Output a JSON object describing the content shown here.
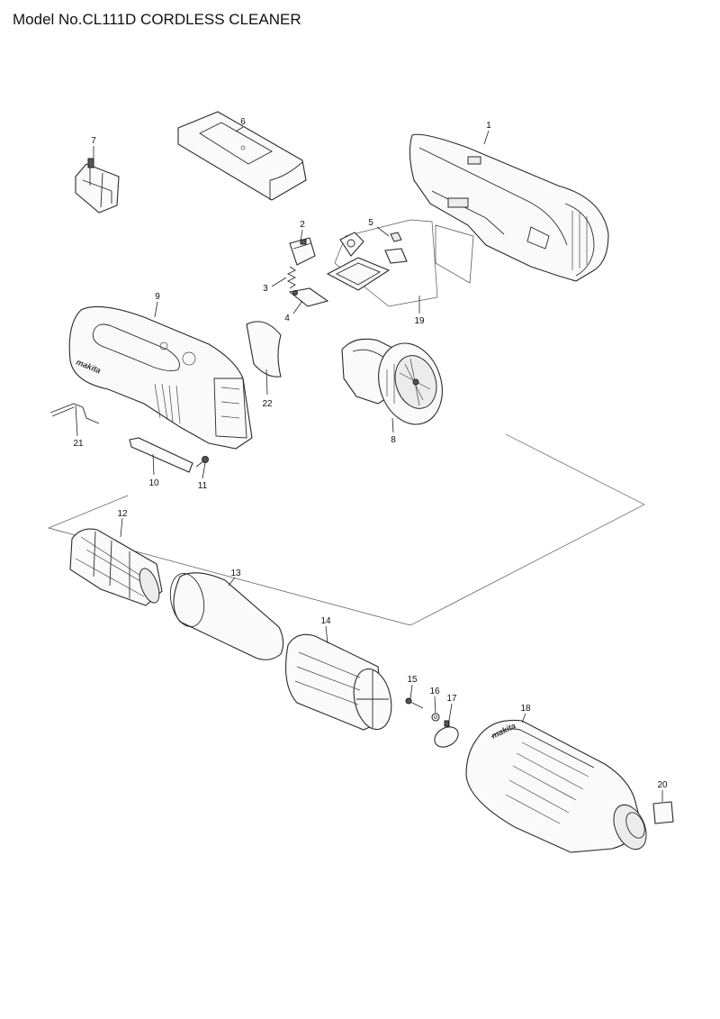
{
  "title": "Model No.CL111D CORDLESS CLEANER",
  "brand_text": "makita",
  "callouts": {
    "p1": "1",
    "p2": "2",
    "p3": "3",
    "p4": "4",
    "p5": "5",
    "p6": "6",
    "p7": "7",
    "p8": "8",
    "p9": "9",
    "p10": "10",
    "p11": "11",
    "p12": "12",
    "p13": "13",
    "p14": "14",
    "p15": "15",
    "p16": "16",
    "p17": "17",
    "p18": "18",
    "p19": "19",
    "p20": "20",
    "p21": "21",
    "p22": "22"
  }
}
